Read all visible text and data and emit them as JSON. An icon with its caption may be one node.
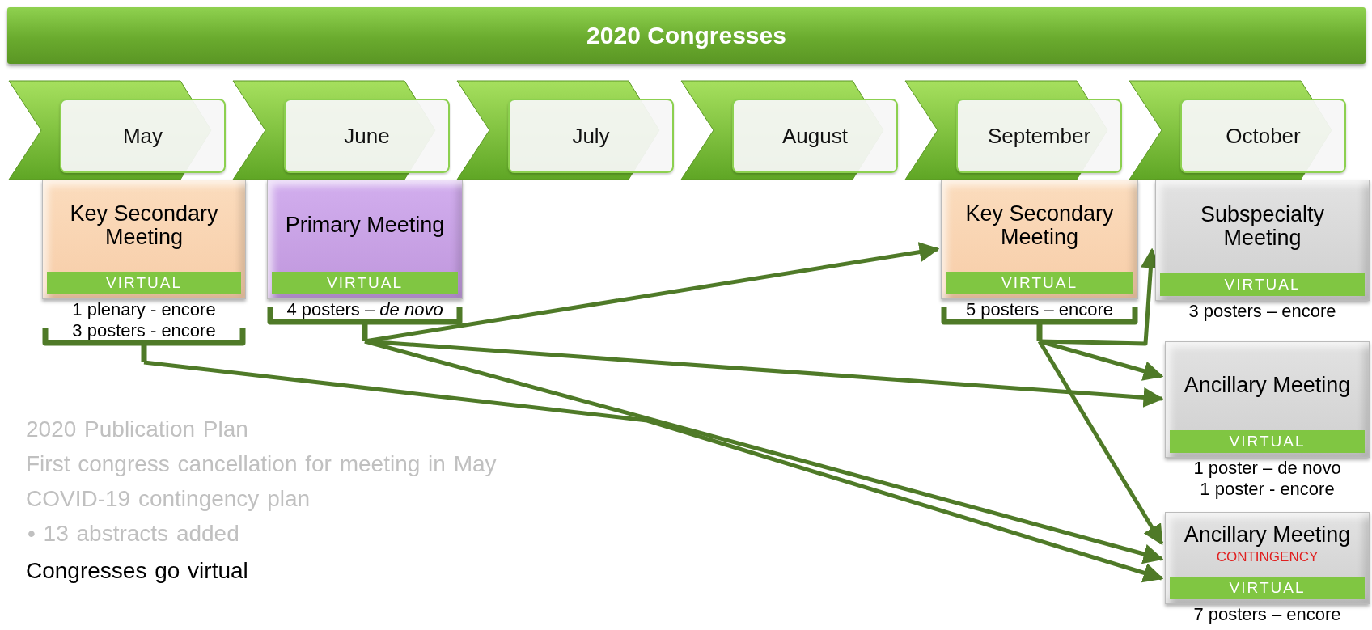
{
  "diagram": {
    "title": "2020 Congresses",
    "nodes": [
      {
        "text": [
          "May"
        ]
      },
      {
        "text": [
          "June"
        ]
      },
      {
        "text": [
          "July"
        ]
      },
      {
        "text": [
          "August"
        ]
      },
      {
        "text": [
          "September"
        ]
      },
      {
        "text": [
          "October"
        ]
      },
      {
        "text": [
          "Key Secondary Meeting"
        ],
        "beside": [
          "1 plenary - encore",
          "3 posters - encore"
        ]
      },
      {
        "text": [
          "Primary Meeting"
        ],
        "beside": [
          "4 posters – *de novo*"
        ]
      },
      {
        "text": [
          "Key Secondary Meeting"
        ],
        "beside": [
          "5 posters – encore"
        ]
      },
      {
        "text": [
          "Subspecialty Meeting"
        ],
        "beside": [
          "3 posters – encore"
        ]
      },
      {
        "text": [
          "Ancillary Meeting"
        ],
        "beside": [
          "1 poster – de novo",
          "1 poster - encore"
        ]
      },
      {
        "text": [
          "Ancillary Meeting",
          "CONTINGENCY"
        ],
        "beside": [
          "7 posters – encore"
        ]
      },
      {
        "text": [
          "VIRTUAL"
        ],
        "in": 6
      },
      {
        "text": [
          "VIRTUAL"
        ],
        "in": 7
      },
      {
        "text": [
          "VIRTUAL"
        ],
        "in": 8
      },
      {
        "text": [
          "VIRTUAL"
        ],
        "in": 9
      },
      {
        "text": [
          "VIRTUAL"
        ],
        "in": 10
      },
      {
        "text": [
          "VIRTUAL"
        ],
        "in": 11
      }
    ],
    "edges": [
      {
        "from": 7,
        "to": 8,
        "arrow": "to"
      },
      {
        "from": 7,
        "to": 10,
        "arrow": "to"
      },
      {
        "from": 7,
        "to": 11,
        "arrow": "to"
      },
      {
        "from": 6,
        "to": 11,
        "arrow": "to"
      },
      {
        "from": 8,
        "to": 9,
        "arrow": "to"
      },
      {
        "from": 8,
        "to": 10,
        "arrow": "to"
      },
      {
        "from": 8,
        "to": 11,
        "arrow": "to"
      }
    ],
    "labels": [
      "2020 Publication Plan",
      "First congress cancellation for meeting in May",
      "COVID-19 contingency plan",
      "• 13 abstracts added",
      "Congresses go virtual"
    ]
  }
}
